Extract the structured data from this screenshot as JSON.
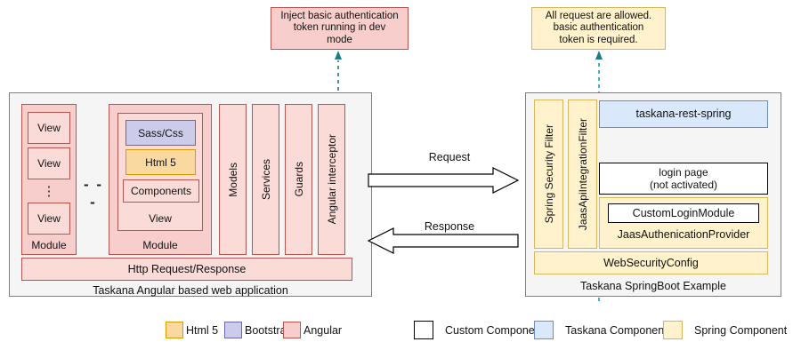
{
  "callouts": {
    "left": {
      "text": "Inject basic authentication token running in dev mode",
      "line1": "Inject basic authentication",
      "line2": "token running in dev",
      "line3": "mode",
      "fill": "#f8cecc",
      "stroke": "#b85450",
      "points_to": "angular-interceptor"
    },
    "right": {
      "text": "All request are allowed. basic authentication token is required.",
      "line1": "All request are allowed.",
      "line2": "basic authentication",
      "line3": "token is required.",
      "fill": "#fff2cc",
      "stroke": "#d6b656",
      "points_to": "jaas-api-integration-filter"
    },
    "connector_color": "#1f7a8c"
  },
  "left_panel": {
    "caption": "Taskana Angular based web application",
    "module_a": {
      "label": "Module",
      "views": [
        "View",
        "View",
        "View"
      ],
      "vertical_ellipsis": "⋮"
    },
    "between_modules_ellipsis": "- - -",
    "module_b": {
      "label": "Module",
      "view_label": "View",
      "items": [
        {
          "label": "Sass/Css",
          "kind": "bootstrap"
        },
        {
          "label": "Html 5",
          "kind": "html5"
        },
        {
          "label": "Components",
          "kind": "angular"
        }
      ]
    },
    "columns": [
      "Models",
      "Services",
      "Guards",
      "Angular interceptor"
    ],
    "http_bar": "Http Request/Response"
  },
  "arrows": {
    "request": "Request",
    "response": "Response"
  },
  "right_panel": {
    "caption": "Taskana SpringBoot Example",
    "filters": [
      "Spring Security Filter",
      "JaasApiIntegrationFilter"
    ],
    "rest": "taskana-rest-spring",
    "login_page": {
      "line1": "login page",
      "line2": "(not activated)"
    },
    "auth_provider": {
      "label": "JaasAuthenicationProvider",
      "inner": "CustomLoginModule"
    },
    "web_security_config": "WebSecurityConfig"
  },
  "legend": {
    "left_group": [
      {
        "label": "Html 5",
        "fill": "#fad9a0",
        "stroke": "#d79b00"
      },
      {
        "label": "Bootstrap",
        "fill": "#ccccea",
        "stroke": "#6c68b0"
      },
      {
        "label": "Angular",
        "fill": "#f8cecc",
        "stroke": "#b85450"
      }
    ],
    "right_group": [
      {
        "label": "Custom Component",
        "fill": "#ffffff",
        "stroke": "#000000"
      },
      {
        "label": "Taskana Component",
        "fill": "#dae8fc",
        "stroke": "#6c8ebf"
      },
      {
        "label": "Spring Component",
        "fill": "#fff2cc",
        "stroke": "#d6b656"
      }
    ]
  }
}
